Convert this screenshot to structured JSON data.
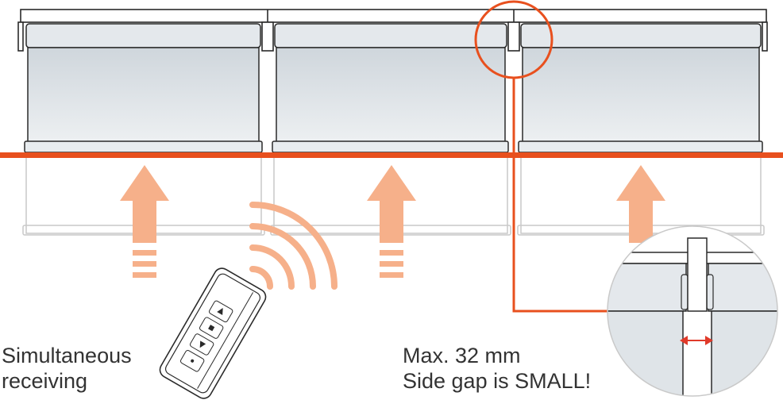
{
  "left_caption": {
    "line1": "Simultaneous",
    "line2": "receiving"
  },
  "right_caption": {
    "line1": "Max. 32 mm",
    "line2": "Side gap is SMALL!"
  },
  "colors": {
    "accent_red": "#e8501e",
    "arrow_orange": "#f6b08a",
    "blind_fill": "#dfe4e8",
    "outline": "#2a2a2a",
    "ghost_outline": "#c9c9c9",
    "dimension_red": "#e03a2a"
  },
  "icons": [
    "lift-arrow-icon",
    "wireless-signal-icon",
    "remote-control-icon",
    "double-arrow-icon",
    "magnifier-circle-icon"
  ]
}
